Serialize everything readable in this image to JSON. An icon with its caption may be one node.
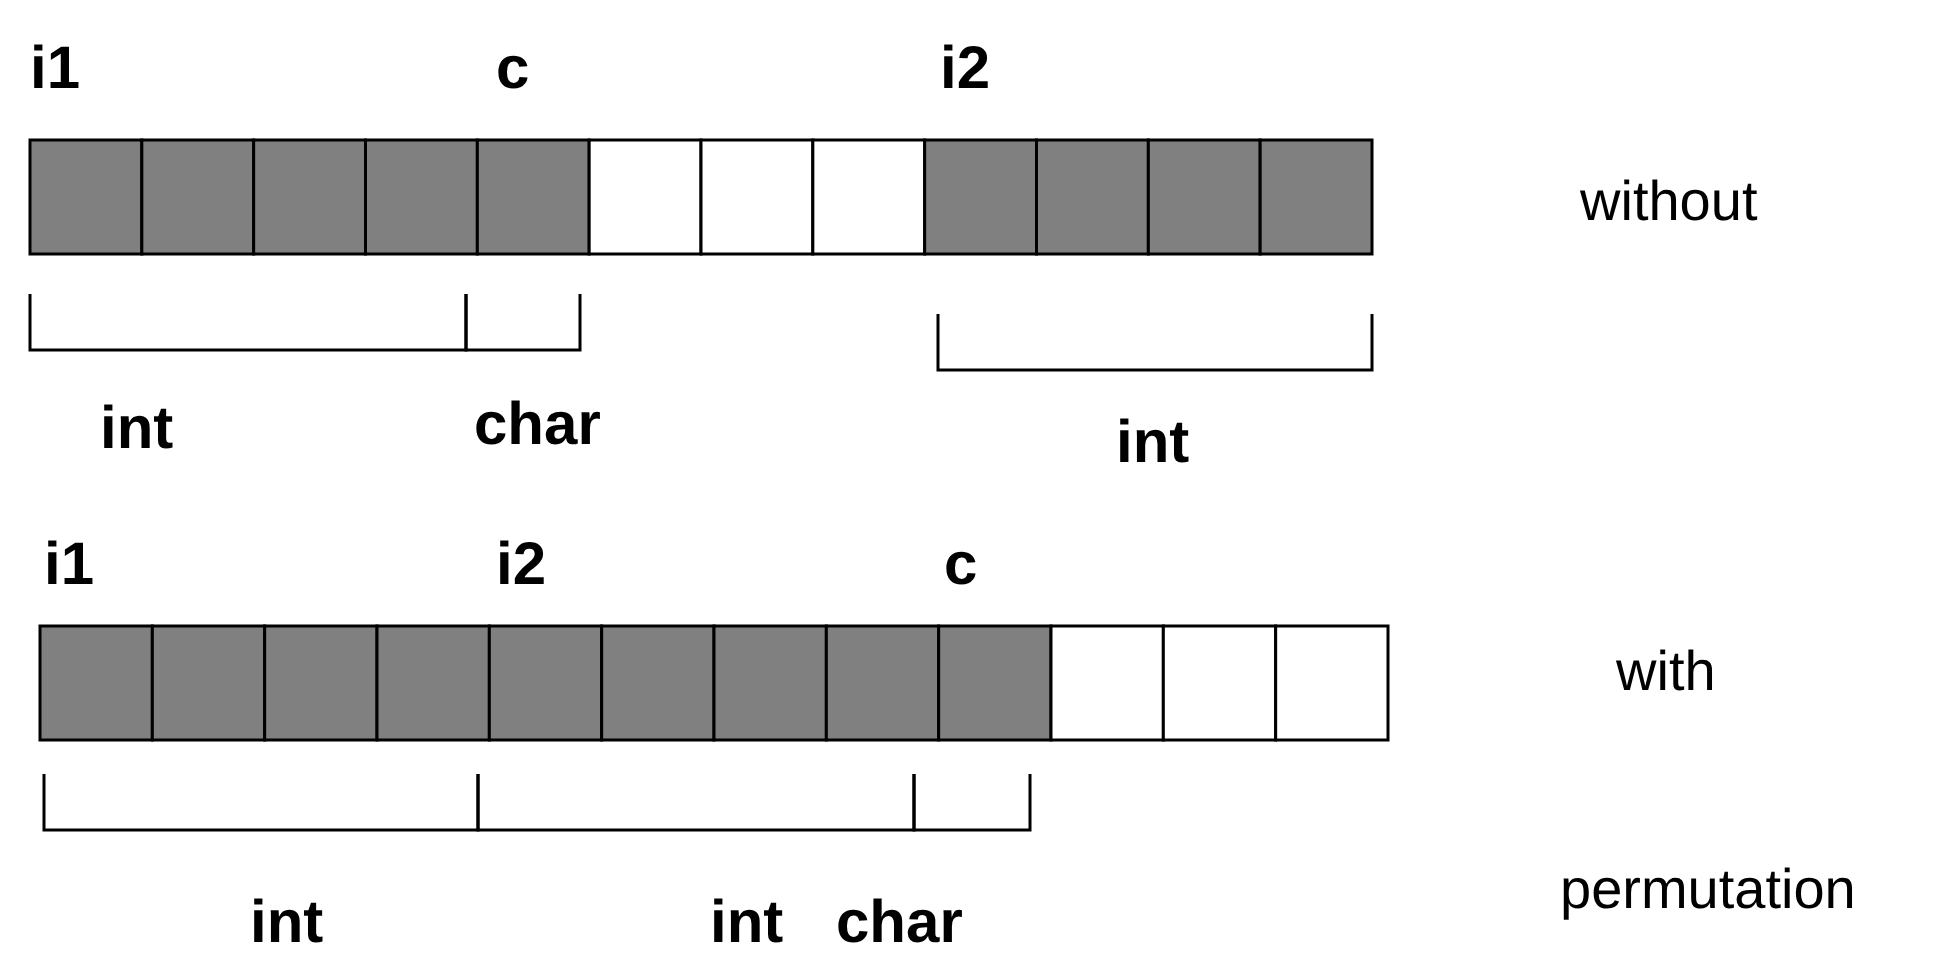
{
  "diagram": {
    "labels": [
      "i1",
      "c",
      "i2",
      "without",
      "int",
      "char",
      "int",
      "i1",
      "i2",
      "c",
      "with",
      "int",
      "int",
      "char",
      "permutation"
    ]
  }
}
